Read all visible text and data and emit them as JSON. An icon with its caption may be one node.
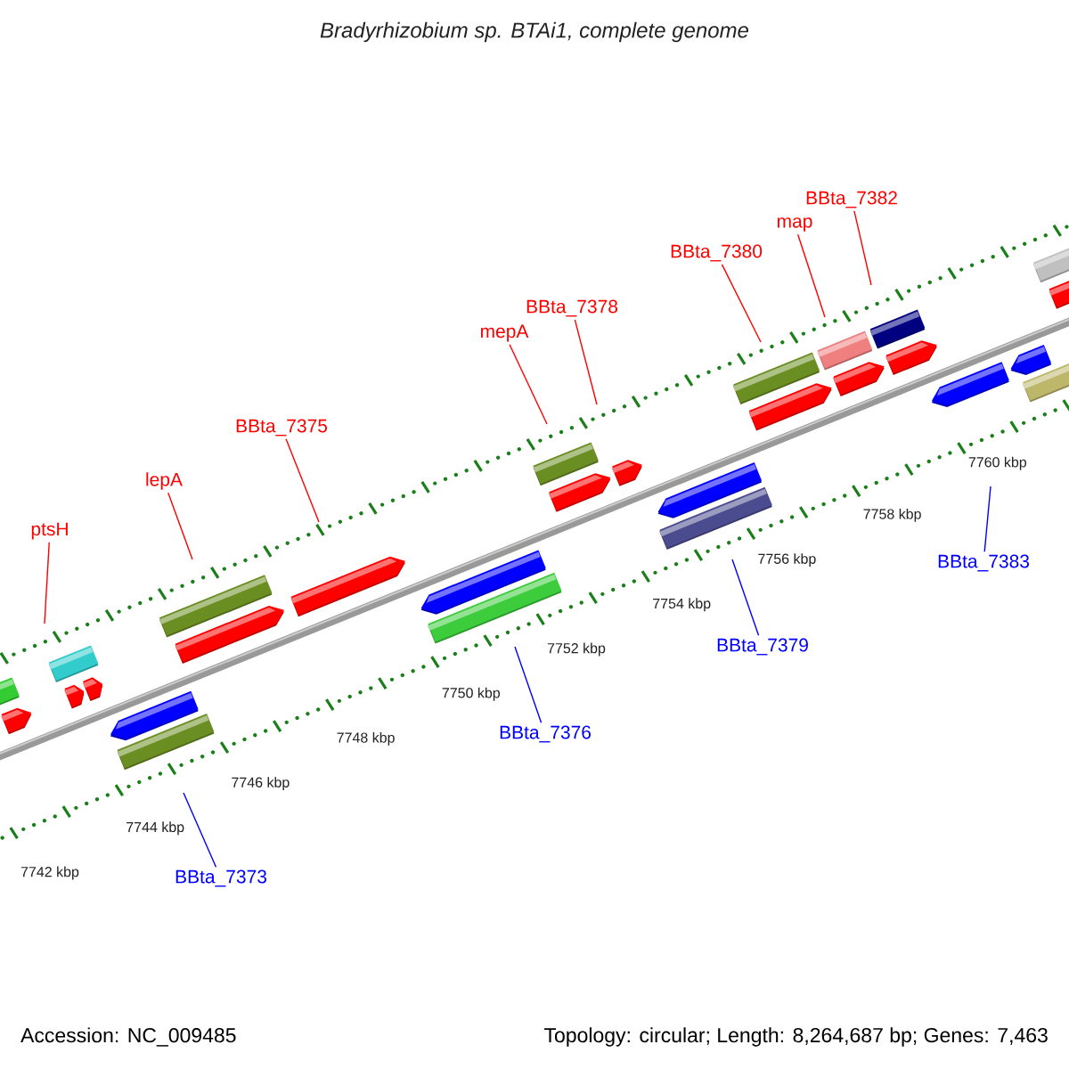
{
  "diagram": {
    "title": "Bradyrhizobium sp. BTAi1, complete genome",
    "nodes": [
      {
        "text": [
          "ptsH"
        ]
      },
      {
        "text": [
          "lepA"
        ]
      },
      {
        "text": [
          "BBta_7375"
        ]
      },
      {
        "text": [
          "mepA"
        ]
      },
      {
        "text": [
          "BBta_7378"
        ]
      },
      {
        "text": [
          "BBta_7380"
        ]
      },
      {
        "text": [
          "map"
        ]
      },
      {
        "text": [
          "BBta_7382"
        ]
      },
      {
        "text": [
          "BBta_7373"
        ]
      },
      {
        "text": [
          "BBta_7376"
        ]
      },
      {
        "text": [
          "BBta_7379"
        ]
      },
      {
        "text": [
          "BBta_7383"
        ]
      }
    ],
    "edges": [
      {
        "from": 0,
        "to": null,
        "arrow": "none"
      },
      {
        "from": 1,
        "to": null,
        "arrow": "none"
      },
      {
        "from": 2,
        "to": null,
        "arrow": "none"
      },
      {
        "from": 3,
        "to": null,
        "arrow": "none"
      },
      {
        "from": 4,
        "to": null,
        "arrow": "none"
      },
      {
        "from": 5,
        "to": null,
        "arrow": "none"
      },
      {
        "from": 6,
        "to": null,
        "arrow": "none"
      },
      {
        "from": 7,
        "to": null,
        "arrow": "none"
      },
      {
        "from": 8,
        "to": null,
        "arrow": "none",
        "color": "#0000ff"
      },
      {
        "from": 9,
        "to": null,
        "arrow": "none",
        "color": "#0000ff"
      },
      {
        "from": 10,
        "to": null,
        "arrow": "none",
        "color": "#0000ff"
      },
      {
        "from": 11,
        "to": null,
        "arrow": "none",
        "color": "#0000ff"
      }
    ],
    "labels": [
      "7742 kbp",
      "7744 kbp",
      "7746 kbp",
      "7748 kbp",
      "7750 kbp",
      "7752 kbp",
      "7754 kbp",
      "7756 kbp",
      "7758 kbp",
      "7760 kbp",
      "Accession: NC_009485",
      "Topology: circular; Length: 8,264,687 bp; Genes: 7,463"
    ]
  }
}
